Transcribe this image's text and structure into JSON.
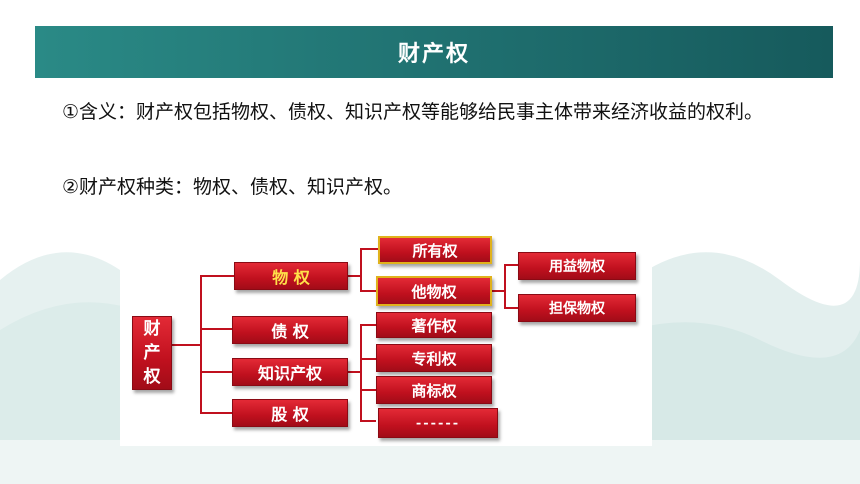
{
  "title": "财产权",
  "paragraphs": [
    "①含义：财产权包括物权、债权、知识产权等能够给民事主体带来经济收益的权利。",
    "②财产权种类：物权、债权、知识产权。"
  ],
  "diagram": {
    "root": [
      "财",
      "产",
      "权"
    ],
    "level1": [
      "物 权",
      "债 权",
      "知识产权",
      "股 权"
    ],
    "property_children": [
      "所有权",
      "他物权"
    ],
    "other_property_children": [
      "用益物权",
      "担保物权"
    ],
    "ip_children": [
      "著作权",
      "专利权",
      "商标权",
      "------"
    ]
  },
  "colors": {
    "title_bar": "#1f6f6f",
    "box_red": "#c0101e",
    "gold_border": "#e0b21c",
    "highlight_text": "#ffe14a"
  }
}
